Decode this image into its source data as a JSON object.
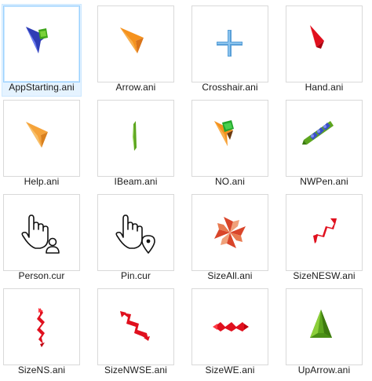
{
  "files": [
    {
      "name": "AppStarting.ani",
      "icon": "app-starting-cursor-icon",
      "selected": true
    },
    {
      "name": "Arrow.ani",
      "icon": "arrow-cursor-icon",
      "selected": false
    },
    {
      "name": "Crosshair.ani",
      "icon": "crosshair-cursor-icon",
      "selected": false
    },
    {
      "name": "Hand.ani",
      "icon": "hand-cursor-icon",
      "selected": false
    },
    {
      "name": "Help.ani",
      "icon": "help-cursor-icon",
      "selected": false
    },
    {
      "name": "IBeam.ani",
      "icon": "ibeam-cursor-icon",
      "selected": false
    },
    {
      "name": "NO.ani",
      "icon": "no-cursor-icon",
      "selected": false
    },
    {
      "name": "NWPen.ani",
      "icon": "pen-cursor-icon",
      "selected": false
    },
    {
      "name": "Person.cur",
      "icon": "person-hand-cursor-icon",
      "selected": false
    },
    {
      "name": "Pin.cur",
      "icon": "pin-hand-cursor-icon",
      "selected": false
    },
    {
      "name": "SizeAll.ani",
      "icon": "size-all-cursor-icon",
      "selected": false
    },
    {
      "name": "SizeNESW.ani",
      "icon": "size-nesw-cursor-icon",
      "selected": false
    },
    {
      "name": "SizeNS.ani",
      "icon": "size-ns-cursor-icon",
      "selected": false
    },
    {
      "name": "SizeNWSE.ani",
      "icon": "size-nwse-cursor-icon",
      "selected": false
    },
    {
      "name": "SizeWE.ani",
      "icon": "size-we-cursor-icon",
      "selected": false
    },
    {
      "name": "UpArrow.ani",
      "icon": "up-arrow-cursor-icon",
      "selected": false
    }
  ],
  "colors": {
    "orange": "#f5921e",
    "red": "#e0101e",
    "green": "#5ca51e",
    "blue": "#2e3db5",
    "crosshair": "#5aa0d8"
  }
}
